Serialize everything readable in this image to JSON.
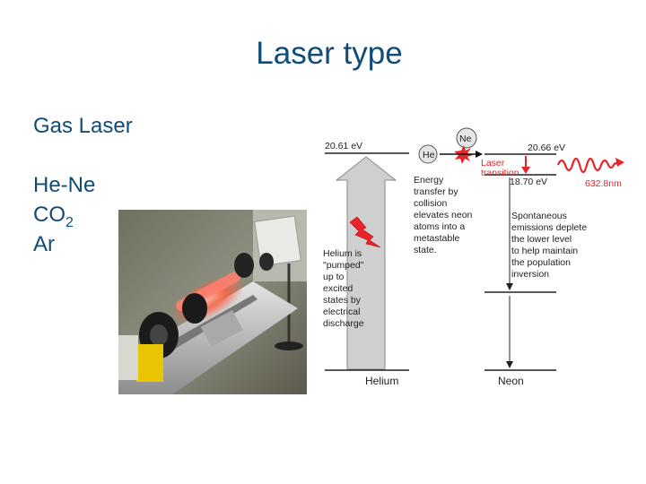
{
  "slide": {
    "title": "Laser type",
    "category": "Gas Laser",
    "items": [
      "He-Ne",
      "CO",
      "Ar"
    ],
    "co2_subscript": "2"
  },
  "diagram": {
    "helium_level": "20.61 eV",
    "neon_upper_level": "20.66 eV",
    "neon_lower_level": "18.70 eV",
    "wavelength": "632.8nm",
    "he_label": "He",
    "ne_label": "Ne",
    "laser_transition": [
      "Laser",
      "transition"
    ],
    "energy_transfer": [
      "Energy",
      "transfer by",
      "collision",
      "elevates neon",
      "atoms into a",
      "metastable",
      "state."
    ],
    "helium_pumped": [
      "Helium is",
      "\"pumped\"",
      "up to",
      "excited",
      "states by",
      "electrical",
      "discharge"
    ],
    "spontaneous": [
      "Spontaneous",
      "emissions deplete",
      "the lower level",
      "to help maintain",
      "the population",
      "inversion"
    ],
    "helium_bottom": "Helium",
    "neon_bottom": "Neon",
    "colors": {
      "red": "#e8232a",
      "arrow_fill": "#cfcfcf",
      "text": "#222222"
    }
  }
}
